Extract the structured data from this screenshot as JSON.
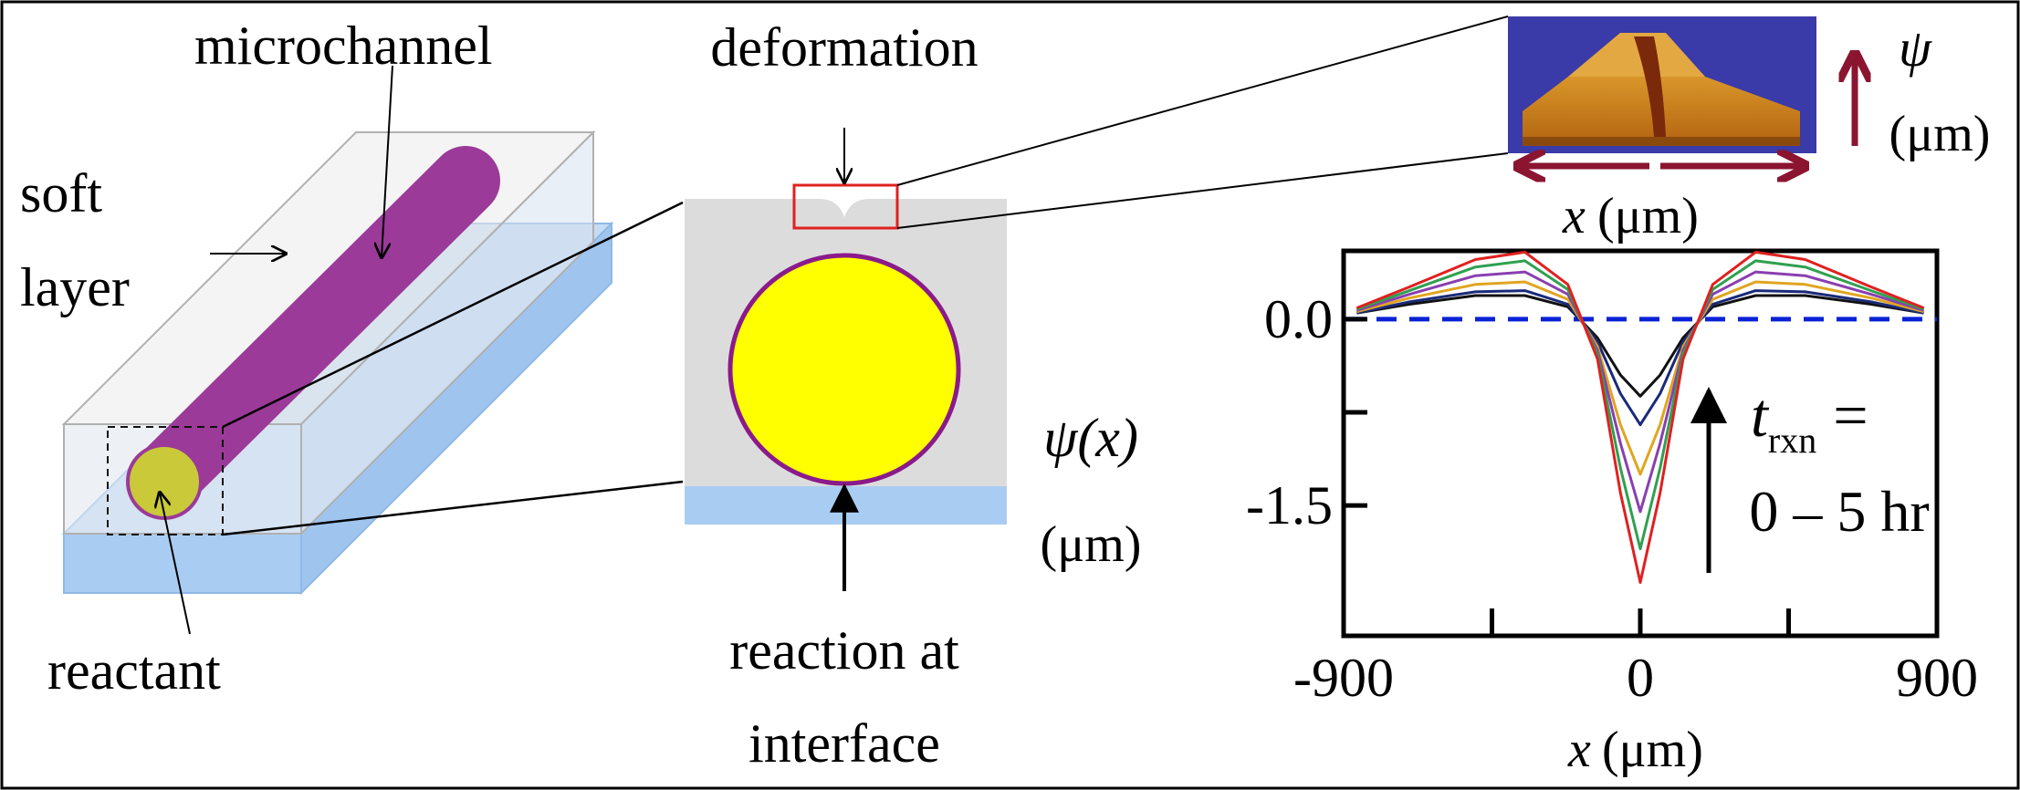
{
  "labels": {
    "microchannel": "microchannel",
    "soft": "soft",
    "layer": "layer",
    "reactant": "reactant",
    "deformation": "deformation",
    "reaction_line1": "reaction at",
    "reaction_line2": "interface",
    "inset_psi": "ψ",
    "inset_unit": "(μm)",
    "inset_x": "x",
    "inset_x_unit": "(μm)",
    "t_rxn_t": "t",
    "t_rxn_sub": "rxn",
    "t_rxn_eq": "=",
    "t_rxn_range": "0 – 5 hr"
  },
  "colors": {
    "channel": "#9b3a98",
    "reactant": "#c9c93a",
    "cross_fill": "#ffff00",
    "cross_ring": "#8b1a8b",
    "substrate": "#a9cdf2",
    "soft": "#dcdcdc",
    "baseline": "#0a22d6",
    "arrow_dark": "#8b1530"
  },
  "chart_data": {
    "type": "line",
    "xlabel": "x",
    "xlabel_unit": "(μm)",
    "ylabel": "ψ(x)",
    "ylabel_unit": "(μm)",
    "xlim": [
      -900,
      900
    ],
    "ylim": [
      -2.55,
      0.55
    ],
    "x_ticks": [
      -900,
      0,
      900
    ],
    "x_minor_ticks": [
      -450,
      450
    ],
    "y_ticks": [
      0.0,
      -1.5
    ],
    "y_tick_labels": [
      "0.0",
      "-1.5"
    ],
    "y_minor_ticks": [
      -0.75
    ],
    "baseline": 0.0,
    "series": [
      {
        "color": "#111111",
        "x": [
          -860,
          -700,
          -500,
          -350,
          -220,
          -130,
          -60,
          0,
          60,
          130,
          220,
          350,
          500,
          700,
          860
        ],
        "y": [
          0.05,
          0.12,
          0.19,
          0.19,
          0.1,
          -0.15,
          -0.45,
          -0.62,
          -0.45,
          -0.15,
          0.1,
          0.19,
          0.19,
          0.12,
          0.05
        ]
      },
      {
        "color": "#1a2a7a",
        "x": [
          -860,
          -700,
          -500,
          -350,
          -220,
          -130,
          -60,
          0,
          60,
          130,
          220,
          350,
          500,
          700,
          860
        ],
        "y": [
          0.05,
          0.14,
          0.22,
          0.23,
          0.12,
          -0.18,
          -0.6,
          -0.85,
          -0.6,
          -0.18,
          0.12,
          0.23,
          0.22,
          0.14,
          0.05
        ]
      },
      {
        "color": "#e0a520",
        "x": [
          -860,
          -700,
          -500,
          -350,
          -220,
          -130,
          -60,
          0,
          60,
          130,
          220,
          350,
          500,
          700,
          860
        ],
        "y": [
          0.06,
          0.17,
          0.28,
          0.3,
          0.16,
          -0.22,
          -0.85,
          -1.25,
          -0.85,
          -0.22,
          0.16,
          0.3,
          0.28,
          0.17,
          0.06
        ]
      },
      {
        "color": "#8a3fb0",
        "x": [
          -860,
          -700,
          -500,
          -350,
          -220,
          -130,
          -60,
          0,
          60,
          130,
          220,
          350,
          500,
          700,
          860
        ],
        "y": [
          0.07,
          0.2,
          0.35,
          0.38,
          0.2,
          -0.25,
          -1.0,
          -1.55,
          -1.0,
          -0.25,
          0.2,
          0.38,
          0.35,
          0.2,
          0.07
        ]
      },
      {
        "color": "#2fa050",
        "x": [
          -860,
          -700,
          -500,
          -350,
          -220,
          -130,
          -60,
          0,
          60,
          130,
          220,
          350,
          500,
          700,
          860
        ],
        "y": [
          0.08,
          0.23,
          0.42,
          0.47,
          0.24,
          -0.28,
          -1.2,
          -1.85,
          -1.2,
          -0.28,
          0.24,
          0.47,
          0.42,
          0.23,
          0.08
        ]
      },
      {
        "color": "#e02020",
        "x": [
          -860,
          -700,
          -500,
          -350,
          -220,
          -130,
          -60,
          0,
          60,
          130,
          220,
          350,
          500,
          700,
          860
        ],
        "y": [
          0.09,
          0.26,
          0.48,
          0.54,
          0.28,
          -0.32,
          -1.4,
          -2.12,
          -1.4,
          -0.32,
          0.28,
          0.54,
          0.48,
          0.26,
          0.09
        ]
      }
    ]
  }
}
